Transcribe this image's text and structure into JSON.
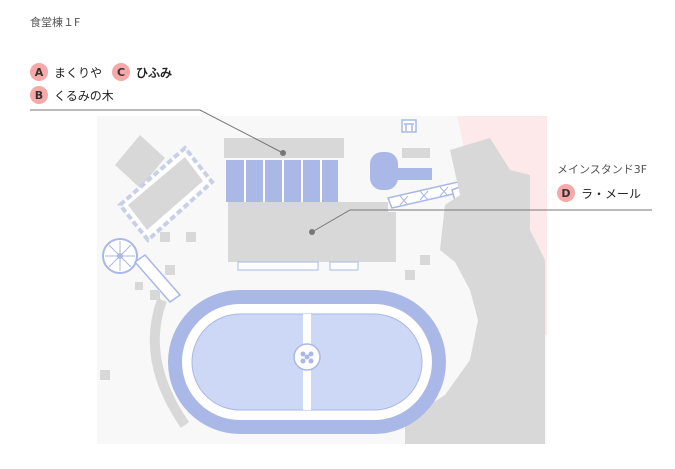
{
  "floor_1": {
    "title": "食堂棟１F",
    "shops": [
      {
        "letter": "A",
        "name": "まくりや"
      },
      {
        "letter": "C",
        "name": "ひふみ"
      },
      {
        "letter": "B",
        "name": "くるみの木"
      }
    ]
  },
  "floor_3": {
    "title": "メインスタンド3F",
    "shops": [
      {
        "letter": "D",
        "name": "ラ・メール"
      }
    ]
  },
  "colors": {
    "badge": "#f7a8a8",
    "building": "#d8d8d8",
    "track": "#a9b8e6",
    "field": "#cdd8f6",
    "highlight": "#fde7e7"
  }
}
